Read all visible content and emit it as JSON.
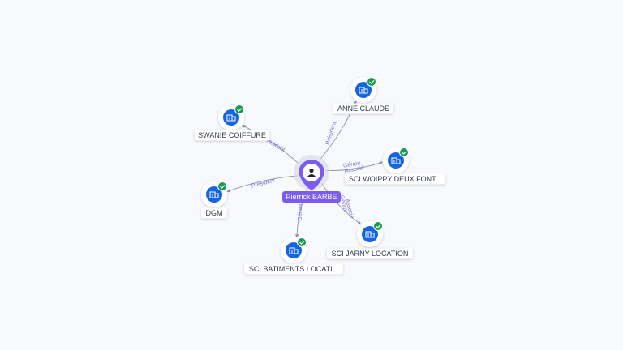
{
  "center": {
    "label": "Pierrick BARBE",
    "icon": "person-icon",
    "color": "#7b5cf0"
  },
  "colors": {
    "company_icon": "#1565e0",
    "check": "#1a9a52",
    "edge": "#8a93a8",
    "edge_label": "#7c6fd0",
    "label_bg": "#ffffff"
  },
  "companies": [
    {
      "id": "anne-claude",
      "label": "ANNE CLAUDE",
      "relation": "Président",
      "icon": "building-icon",
      "verified": true
    },
    {
      "id": "swanie-coiffure",
      "label": "SWANIE COIFFURE",
      "relation": "Président",
      "icon": "building-icon",
      "verified": true
    },
    {
      "id": "sci-woippy",
      "label": "SCI WOIPPY DEUX FONT...",
      "relation": "Gérant",
      "relation2": "Associé",
      "icon": "building-icon",
      "verified": true
    },
    {
      "id": "dgm",
      "label": "DGM",
      "relation": "Président",
      "icon": "building-icon",
      "verified": true
    },
    {
      "id": "sci-jarny",
      "label": "SCI JARNY LOCATION",
      "relation": "Gérant",
      "relation2": "Associé",
      "icon": "building-icon",
      "verified": true
    },
    {
      "id": "sci-batiments",
      "label": "SCI BATIMENTS LOCATI...",
      "relation": "Gérant",
      "icon": "building-icon",
      "verified": true
    }
  ]
}
